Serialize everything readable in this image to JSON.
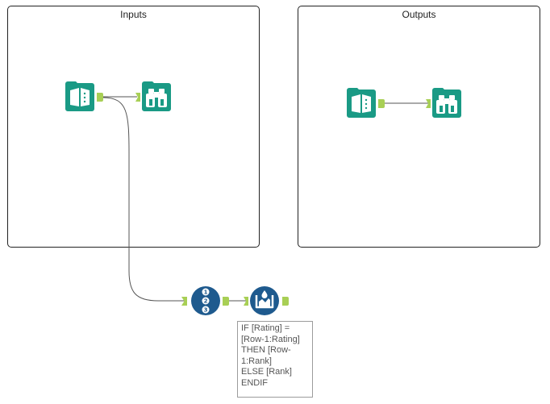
{
  "canvas": {
    "containers": [
      {
        "id": "inputs",
        "title": "Inputs"
      },
      {
        "id": "outputs",
        "title": "Outputs"
      }
    ],
    "tools": [
      {
        "id": "input-data-1",
        "kind": "input-data",
        "icon": "book-icon",
        "container": "inputs"
      },
      {
        "id": "browse-1",
        "kind": "browse",
        "icon": "binoculars-icon",
        "container": "inputs"
      },
      {
        "id": "input-data-2",
        "kind": "input-data",
        "icon": "book-icon",
        "container": "outputs"
      },
      {
        "id": "browse-2",
        "kind": "browse",
        "icon": "binoculars-icon",
        "container": "outputs"
      },
      {
        "id": "record-id",
        "kind": "record-id",
        "icon": "numbered-list-icon",
        "container": null
      },
      {
        "id": "multi-row-formula",
        "kind": "multi-row-formula",
        "icon": "multi-row-formula-icon",
        "container": null
      }
    ],
    "annotation": {
      "text": "IF [Rating] =\n[Row-1:Rating]\nTHEN [Row-\n1:Rank]\nELSE [Rank]\nENDIF"
    },
    "colors": {
      "io_tool": "#1a9a85",
      "preparation_tool": "#1e5a8e",
      "anchor": "#a8cf55",
      "wire": "#555555"
    }
  }
}
